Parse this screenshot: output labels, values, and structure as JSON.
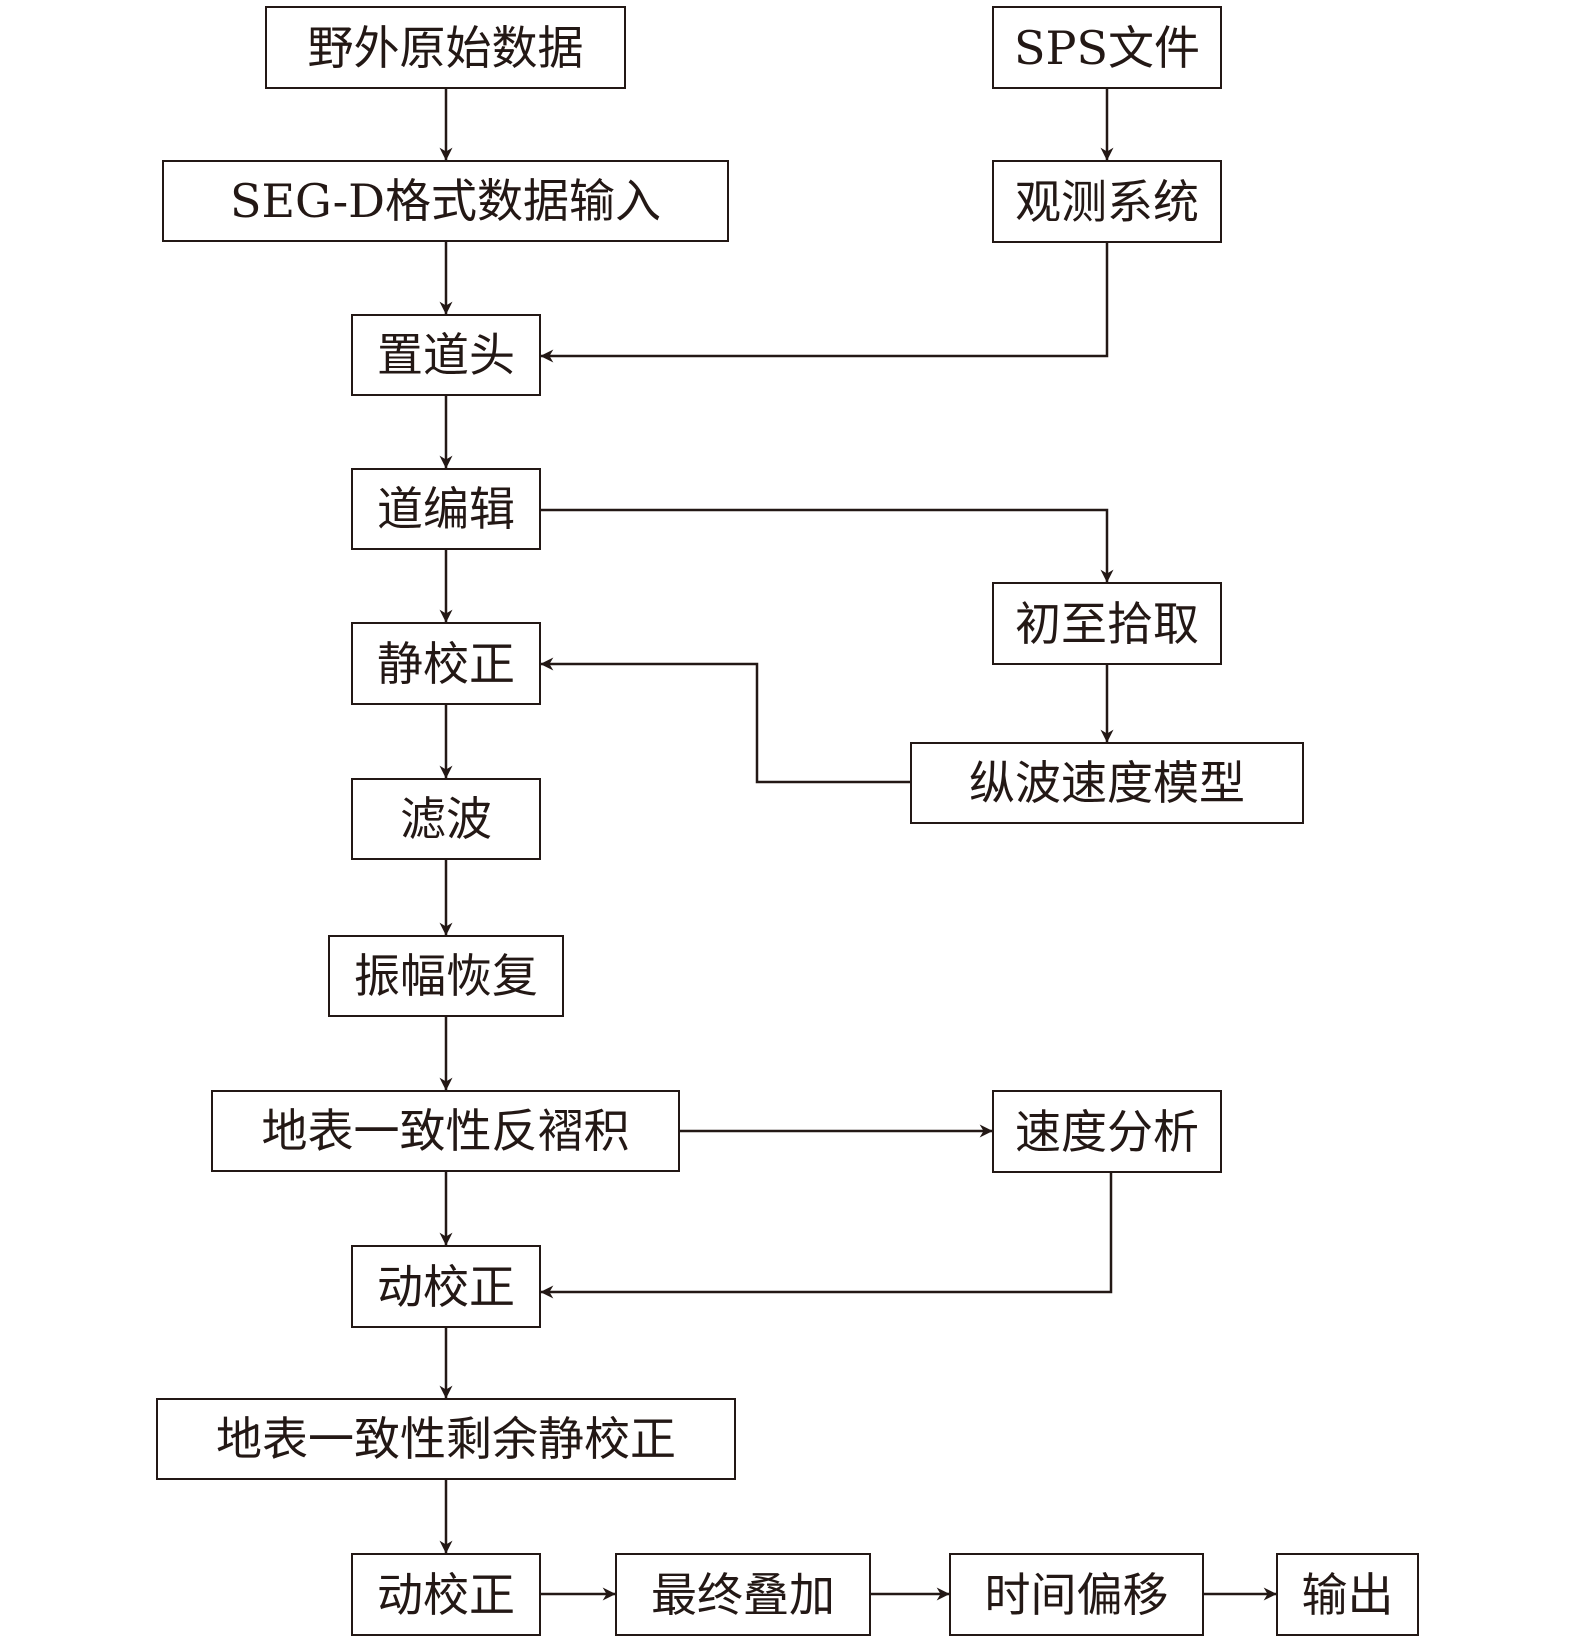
{
  "colors": {
    "ink": "#231815",
    "background": "#ffffff"
  },
  "nodes": {
    "raw_data": "野外原始数据",
    "sps_file": "SPS文件",
    "segd_input": "SEG-D格式数据输入",
    "geometry": "观测系统",
    "trace_header": "置道头",
    "trace_edit": "道编辑",
    "first_break": "初至拾取",
    "static_correction": "静校正",
    "p_wave_velocity_model": "纵波速度模型",
    "filtering": "滤波",
    "amplitude_recovery": "振幅恢复",
    "surface_consistent_deconvolution": "地表一致性反褶积",
    "velocity_analysis": "速度分析",
    "nmo_correction_1": "动校正",
    "residual_static_correction": "地表一致性剩余静校正",
    "nmo_correction_2": "动校正",
    "final_stack": "最终叠加",
    "time_migration": "时间偏移",
    "output": "输出"
  }
}
